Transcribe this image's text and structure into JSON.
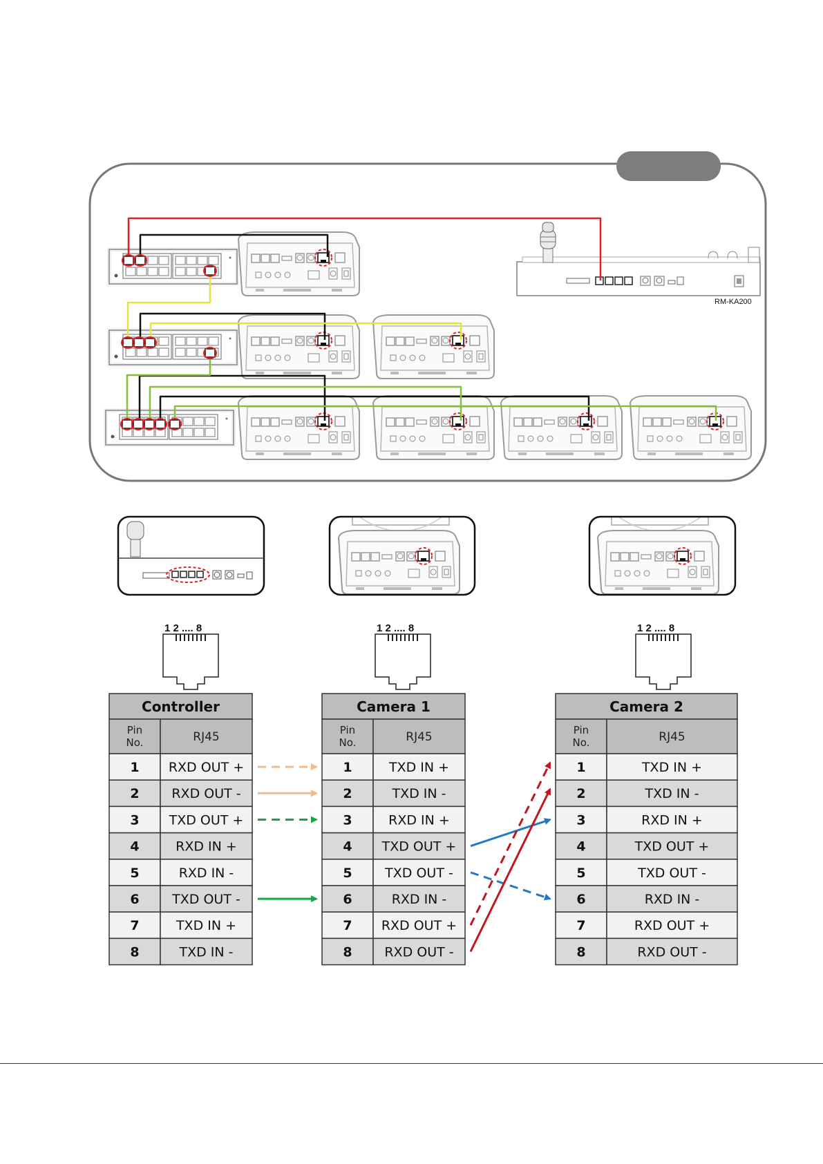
{
  "network": {
    "badge": "",
    "controller_model": "RM-KA200"
  },
  "connectors": {
    "pin_label": "1 2 .... 8"
  },
  "tables": [
    {
      "title": "Controller",
      "col_pin": "Pin No.",
      "col_rj45": "RJ45",
      "rows": [
        {
          "pin": "1",
          "signal": "RXD OUT +"
        },
        {
          "pin": "2",
          "signal": "RXD OUT -"
        },
        {
          "pin": "3",
          "signal": "TXD OUT +"
        },
        {
          "pin": "4",
          "signal": "RXD IN +"
        },
        {
          "pin": "5",
          "signal": "RXD IN -"
        },
        {
          "pin": "6",
          "signal": "TXD OUT -"
        },
        {
          "pin": "7",
          "signal": "TXD IN +"
        },
        {
          "pin": "8",
          "signal": "TXD IN -"
        }
      ]
    },
    {
      "title": "Camera 1",
      "col_pin": "Pin No.",
      "col_rj45": "RJ45",
      "rows": [
        {
          "pin": "1",
          "signal": "TXD IN +"
        },
        {
          "pin": "2",
          "signal": "TXD IN -"
        },
        {
          "pin": "3",
          "signal": "RXD IN +"
        },
        {
          "pin": "4",
          "signal": "TXD OUT +"
        },
        {
          "pin": "5",
          "signal": "TXD OUT -"
        },
        {
          "pin": "6",
          "signal": "RXD IN -"
        },
        {
          "pin": "7",
          "signal": "RXD OUT +"
        },
        {
          "pin": "8",
          "signal": "RXD OUT -"
        }
      ]
    },
    {
      "title": "Camera 2",
      "col_pin": "Pin No.",
      "col_rj45": "RJ45",
      "rows": [
        {
          "pin": "1",
          "signal": "TXD IN +"
        },
        {
          "pin": "2",
          "signal": "TXD IN -"
        },
        {
          "pin": "3",
          "signal": "RXD IN +"
        },
        {
          "pin": "4",
          "signal": "TXD OUT +"
        },
        {
          "pin": "5",
          "signal": "TXD OUT -"
        },
        {
          "pin": "6",
          "signal": "RXD IN -"
        },
        {
          "pin": "7",
          "signal": "RXD OUT +"
        },
        {
          "pin": "8",
          "signal": "RXD OUT -"
        }
      ]
    }
  ],
  "wiring": [
    {
      "from": "Controller 1",
      "to": "Camera 1 pin 1",
      "color": "#f5b98c",
      "style": "dashed"
    },
    {
      "from": "Controller 2",
      "to": "Camera 1 pin 2",
      "color": "#f5b98c",
      "style": "solid"
    },
    {
      "from": "Controller 3",
      "to": "Camera 1 pin 3",
      "color": "#1aa34a",
      "style": "dashed"
    },
    {
      "from": "Controller 6",
      "to": "Camera 1 pin 6",
      "color": "#1aa34a",
      "style": "solid"
    },
    {
      "from": "Camera 1 pin 4",
      "to": "Camera 2 pin 3",
      "color": "#1f78c8",
      "style": "solid"
    },
    {
      "from": "Camera 1 pin 5",
      "to": "Camera 2 pin 6",
      "color": "#1f78c8",
      "style": "dashed"
    },
    {
      "from": "Camera 1 pin 7",
      "to": "Camera 2 pin 1",
      "color": "#c0161c",
      "style": "dashed"
    },
    {
      "from": "Camera 1 pin 8",
      "to": "Camera 2 pin 2",
      "color": "#c0161c",
      "style": "solid"
    }
  ],
  "cable_colors": {
    "red": "#e01e25",
    "black": "#111111",
    "yellow": "#e6e23a",
    "green": "#86bf3c",
    "connector_highlight": "#e01e25",
    "table_header": "#bdbdbd",
    "table_row_alt": "#d9d9d9"
  }
}
